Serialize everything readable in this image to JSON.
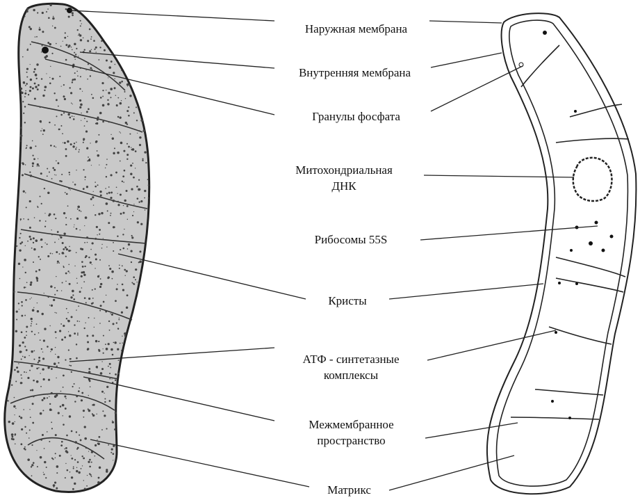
{
  "labels": {
    "outer_membrane": "Наружная мембрана",
    "inner_membrane": "Внутренняя мембрана",
    "phosphate_granules": "Гранулы фосфата",
    "mtdna_line1": "Митохондриальная",
    "mtdna_line2": "ДНК",
    "ribosomes": "Рибосомы 55S",
    "cristae": "Кристы",
    "atp_line1": "АТФ - синтетазные",
    "atp_line2": "комплексы",
    "intermembrane_line1": "Межмембранное",
    "intermembrane_line2": "пространство",
    "matrix": "Матрикс"
  },
  "colors": {
    "ink": "#111111",
    "stipple": "#9a9a9a"
  }
}
